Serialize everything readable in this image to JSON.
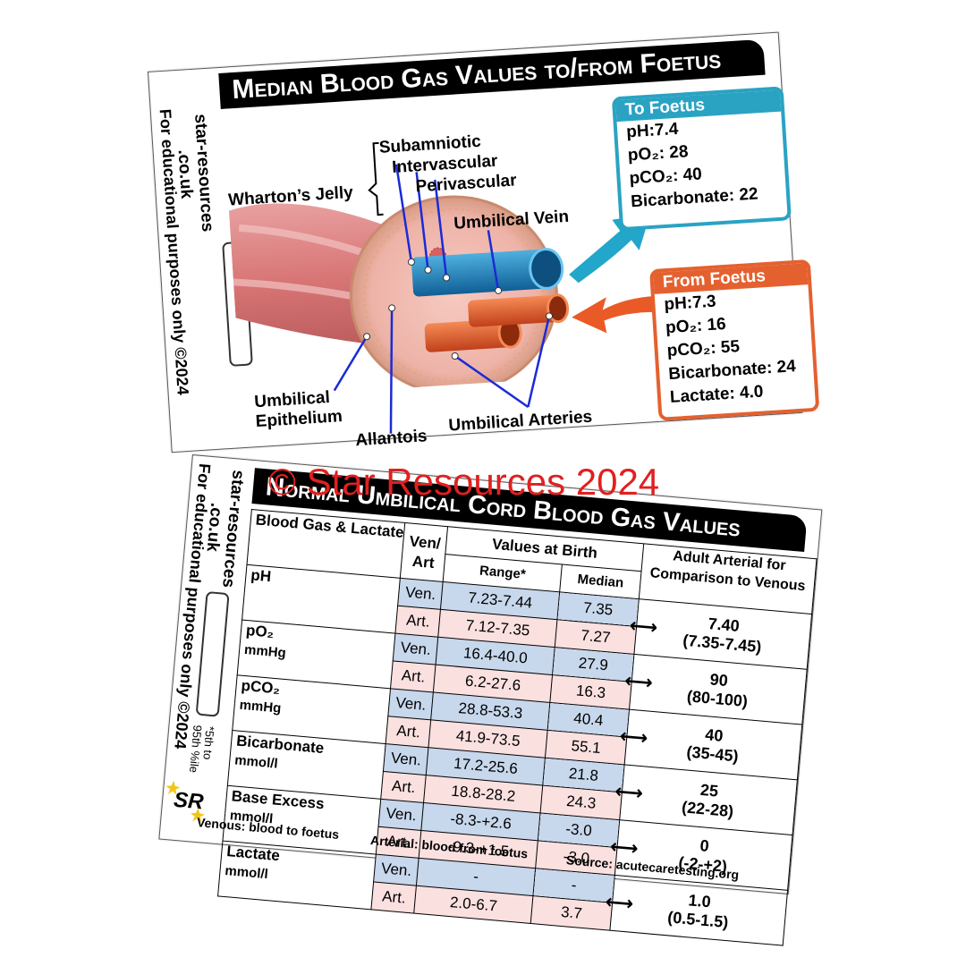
{
  "top_card": {
    "title": "Median Blood Gas Values to/from Foetus",
    "site": [
      "star-resources",
      ".co.uk"
    ],
    "purpose": "For educational purposes only ©2024",
    "labels": {
      "whartons_jelly": "Wharton’s Jelly",
      "subamniotic": "Subamniotic",
      "intervascular": "Intervascular",
      "perivascular": "Perivascular",
      "umbilical_vein": "Umbilical Vein",
      "umbilical_epithelium_1": "Umbilical",
      "umbilical_epithelium_2": "Epithelium",
      "allantois": "Allantois",
      "umbilical_arteries": "Umbilical Arteries"
    },
    "to_foetus": {
      "title": "To Foetus",
      "color": "#2aa3c3",
      "lines": [
        "pH:7.4",
        "pO₂: 28",
        "pCO₂: 40",
        "Bicarbonate: 22"
      ]
    },
    "from_foetus": {
      "title": "From Foetus",
      "color": "#e4612f",
      "lines": [
        "pH:7.3",
        "pO₂: 16",
        "pCO₂: 55",
        "Bicarbonate: 24",
        "Lactate: 4.0"
      ]
    }
  },
  "bottom_card": {
    "title": "Normal Umbilical Cord Blood Gas Values",
    "site": [
      "star-resources",
      ".co.uk"
    ],
    "purpose": "For educational purposes only ©2024",
    "percentile_note": [
      "*5th to",
      "95th %ile"
    ],
    "logo_text": "SR",
    "headers": {
      "param": "Blood Gas & Lactate",
      "venart": "Ven/ Art",
      "values_at_birth": "Values at Birth",
      "range": "Range*",
      "median": "Median",
      "adult": "Adult Arterial for Comparison to Venous"
    },
    "rows": [
      {
        "param": "pH",
        "unit": "",
        "ven_label": "Ven.",
        "ven_range": "7.23-7.44",
        "ven_median": "7.35",
        "art_label": "Art.",
        "art_range": "7.12-7.35",
        "art_median": "7.27",
        "adult": "7.40",
        "adult_range": "(7.35-7.45)"
      },
      {
        "param": "pO₂",
        "unit": "mmHg",
        "ven_label": "Ven.",
        "ven_range": "16.4-40.0",
        "ven_median": "27.9",
        "art_label": "Art.",
        "art_range": "6.2-27.6",
        "art_median": "16.3",
        "adult": "90",
        "adult_range": "(80-100)"
      },
      {
        "param": "pCO₂",
        "unit": "mmHg",
        "ven_label": "Ven.",
        "ven_range": "28.8-53.3",
        "ven_median": "40.4",
        "art_label": "Art.",
        "art_range": "41.9-73.5",
        "art_median": "55.1",
        "adult": "40",
        "adult_range": "(35-45)"
      },
      {
        "param": "Bicarbonate",
        "unit": "mmol/l",
        "ven_label": "Ven.",
        "ven_range": "17.2-25.6",
        "ven_median": "21.8",
        "art_label": "Art.",
        "art_range": "18.8-28.2",
        "art_median": "24.3",
        "adult": "25",
        "adult_range": "(22-28)"
      },
      {
        "param": "Base Excess",
        "unit": "mmol/l",
        "ven_label": "Ven.",
        "ven_range": "-8.3-+2.6",
        "ven_median": "-3.0",
        "art_label": "Art.",
        "art_range": "-9.3-+1.5",
        "art_median": "-3.0",
        "adult": "0",
        "adult_range": "(-2-+2)"
      },
      {
        "param": "Lactate",
        "unit": "mmol/l",
        "ven_label": "Ven.",
        "ven_range": "-",
        "ven_median": "-",
        "art_label": "Art.",
        "art_range": "2.0-6.7",
        "art_median": "3.7",
        "adult": "1.0",
        "adult_range": "(0.5-1.5)"
      }
    ],
    "footer": {
      "venous": "Venous: blood to foetus",
      "arterial": "Arterial: blood from foetus",
      "source": "Source: acutecaretesting.org"
    }
  },
  "watermark": "© Star Resources 2024",
  "colors": {
    "venous_cell": "#c7d7ec",
    "arterial_cell": "#fbe0e0",
    "vein": "#1f7fb8",
    "artery": "#e45a22",
    "title_bar": "#000000",
    "watermark": "#e02020"
  }
}
